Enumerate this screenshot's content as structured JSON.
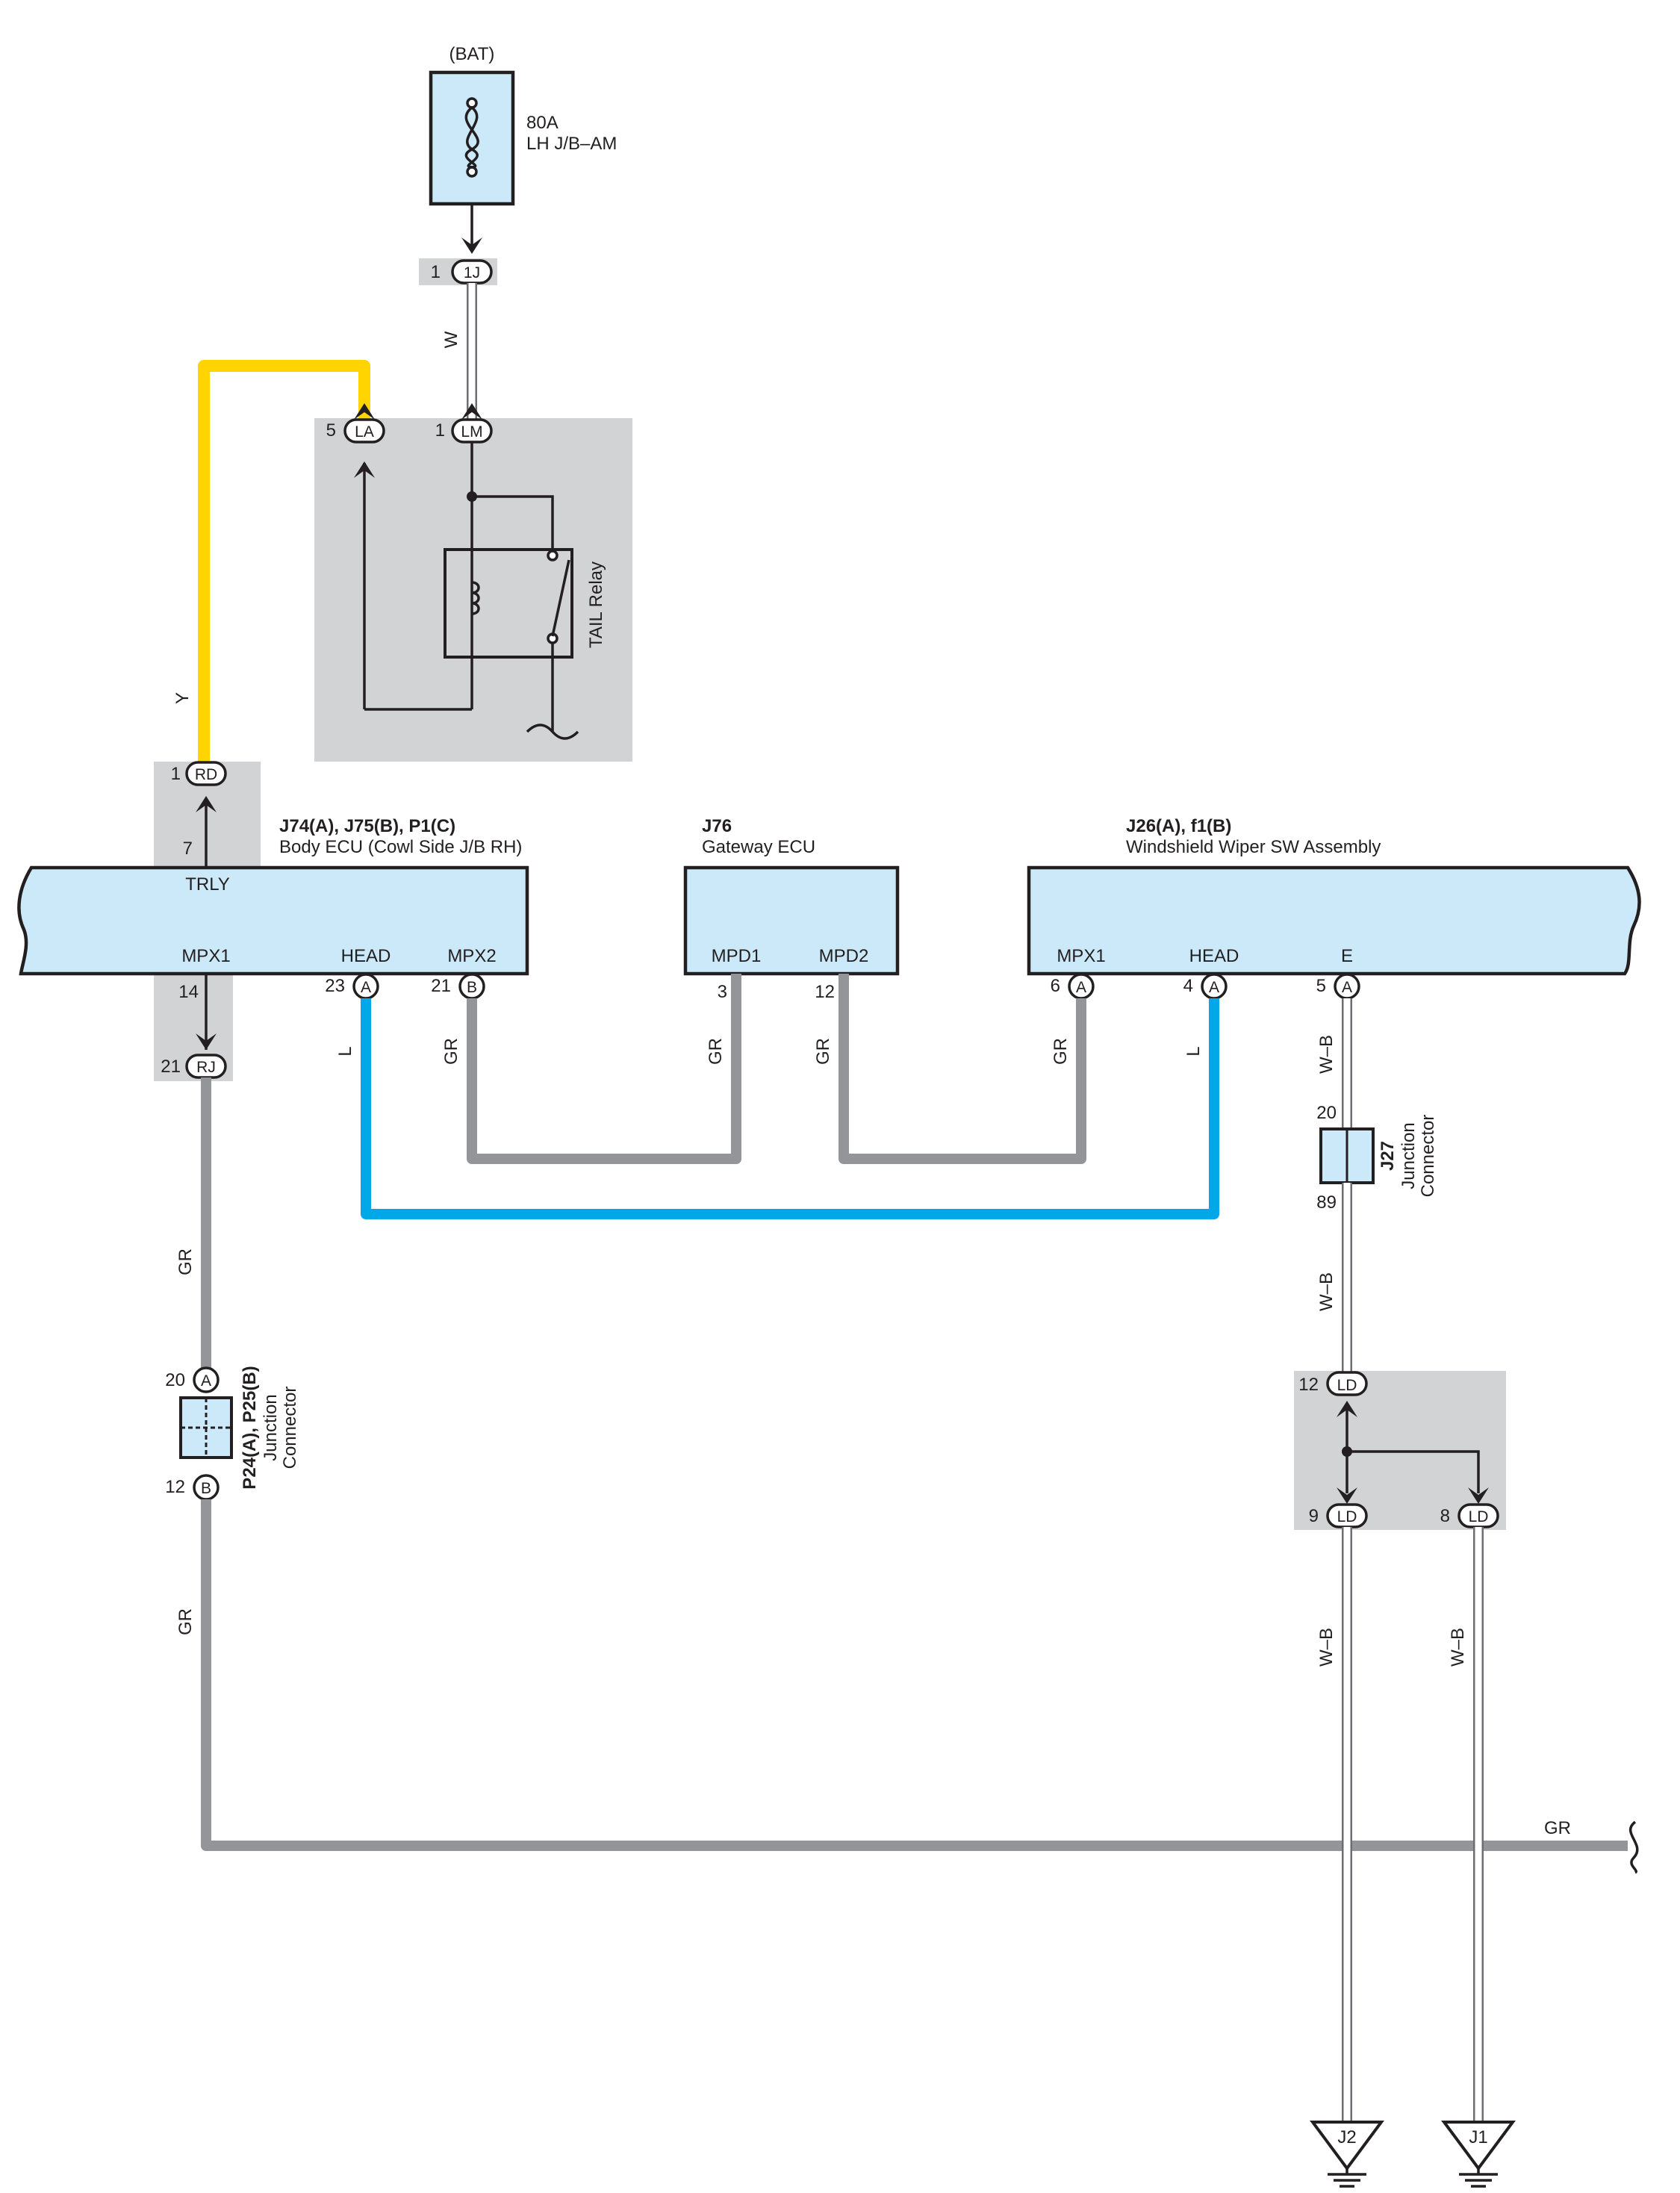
{
  "battery": {
    "label": "(BAT)",
    "fuse_rating": "80A",
    "fuse_name": "LH J/B–AM"
  },
  "junction_1J": {
    "pin": "1",
    "code": "1J"
  },
  "wire_colors": {
    "w": "W",
    "y": "Y",
    "l": "L",
    "gr": "GR",
    "wb": "W–B"
  },
  "tail_relay": {
    "name": "TAIL Relay",
    "pin_la": {
      "num": "5",
      "code": "LA"
    },
    "pin_lm": {
      "num": "1",
      "code": "LM"
    }
  },
  "rd_connector": {
    "num": "1",
    "code": "RD"
  },
  "rj_connector": {
    "num": "21",
    "code": "RJ"
  },
  "body_ecu": {
    "ids": "J74(A), J75(B), P1(C)",
    "name": "Body ECU (Cowl Side J/B RH)",
    "trly": "TRLY",
    "trly_pin": "7",
    "mpx1": "MPX1",
    "mpx1_pin": "14",
    "head": "HEAD",
    "head_pin": "23",
    "head_conn": "A",
    "mpx2": "MPX2",
    "mpx2_pin": "21",
    "mpx2_conn": "B"
  },
  "gateway_ecu": {
    "id": "J76",
    "name": "Gateway ECU",
    "mpd1": "MPD1",
    "mpd1_pin": "3",
    "mpd2": "MPD2",
    "mpd2_pin": "12"
  },
  "wiper_sw": {
    "ids": "J26(A), f1(B)",
    "name": "Windshield Wiper SW Assembly",
    "mpx1": "MPX1",
    "mpx1_pin": "6",
    "mpx1_conn": "A",
    "head": "HEAD",
    "head_pin": "4",
    "head_conn": "A",
    "e": "E",
    "e_pin": "5",
    "e_conn": "A"
  },
  "j27": {
    "id": "J27",
    "type_line1": "Junction",
    "type_line2": "Connector",
    "pin_top": "20",
    "pin_bottom": "89"
  },
  "p24": {
    "ids": "P24(A), P25(B)",
    "type_line1": "Junction",
    "type_line2": "Connector",
    "pin_top": "20",
    "conn_top": "A",
    "pin_bottom": "12",
    "conn_bottom": "B"
  },
  "ld_junction": {
    "in_pin": "12",
    "out1_pin": "9",
    "out2_pin": "8",
    "code": "LD"
  },
  "grounds": {
    "g1": "J2",
    "g2": "J1"
  }
}
